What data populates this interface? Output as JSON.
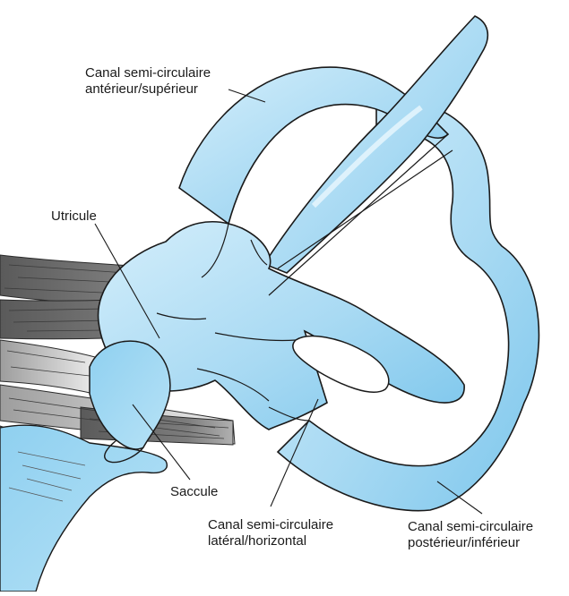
{
  "labels": {
    "canal_anterior": [
      "Canal semi-circulaire",
      "antérieur/supérieur"
    ],
    "utricule": "Utricule",
    "saccule": "Saccule",
    "canal_lateral": [
      "Canal semi-circulaire",
      "latéral/horizontal"
    ],
    "canal_posterior": [
      "Canal semi-circulaire",
      "postérieur/inférieur"
    ]
  },
  "colors": {
    "labyrinth_fill": "#a9daf3",
    "labyrinth_fill_light": "#d4eefb",
    "labyrinth_fill_dark": "#7cc6ec",
    "outline": "#1a1a1a",
    "nerve_dark": "#6b6b6b",
    "nerve_mid": "#9a9a9a",
    "nerve_light": "#d2d2d2",
    "background": "#ffffff"
  }
}
